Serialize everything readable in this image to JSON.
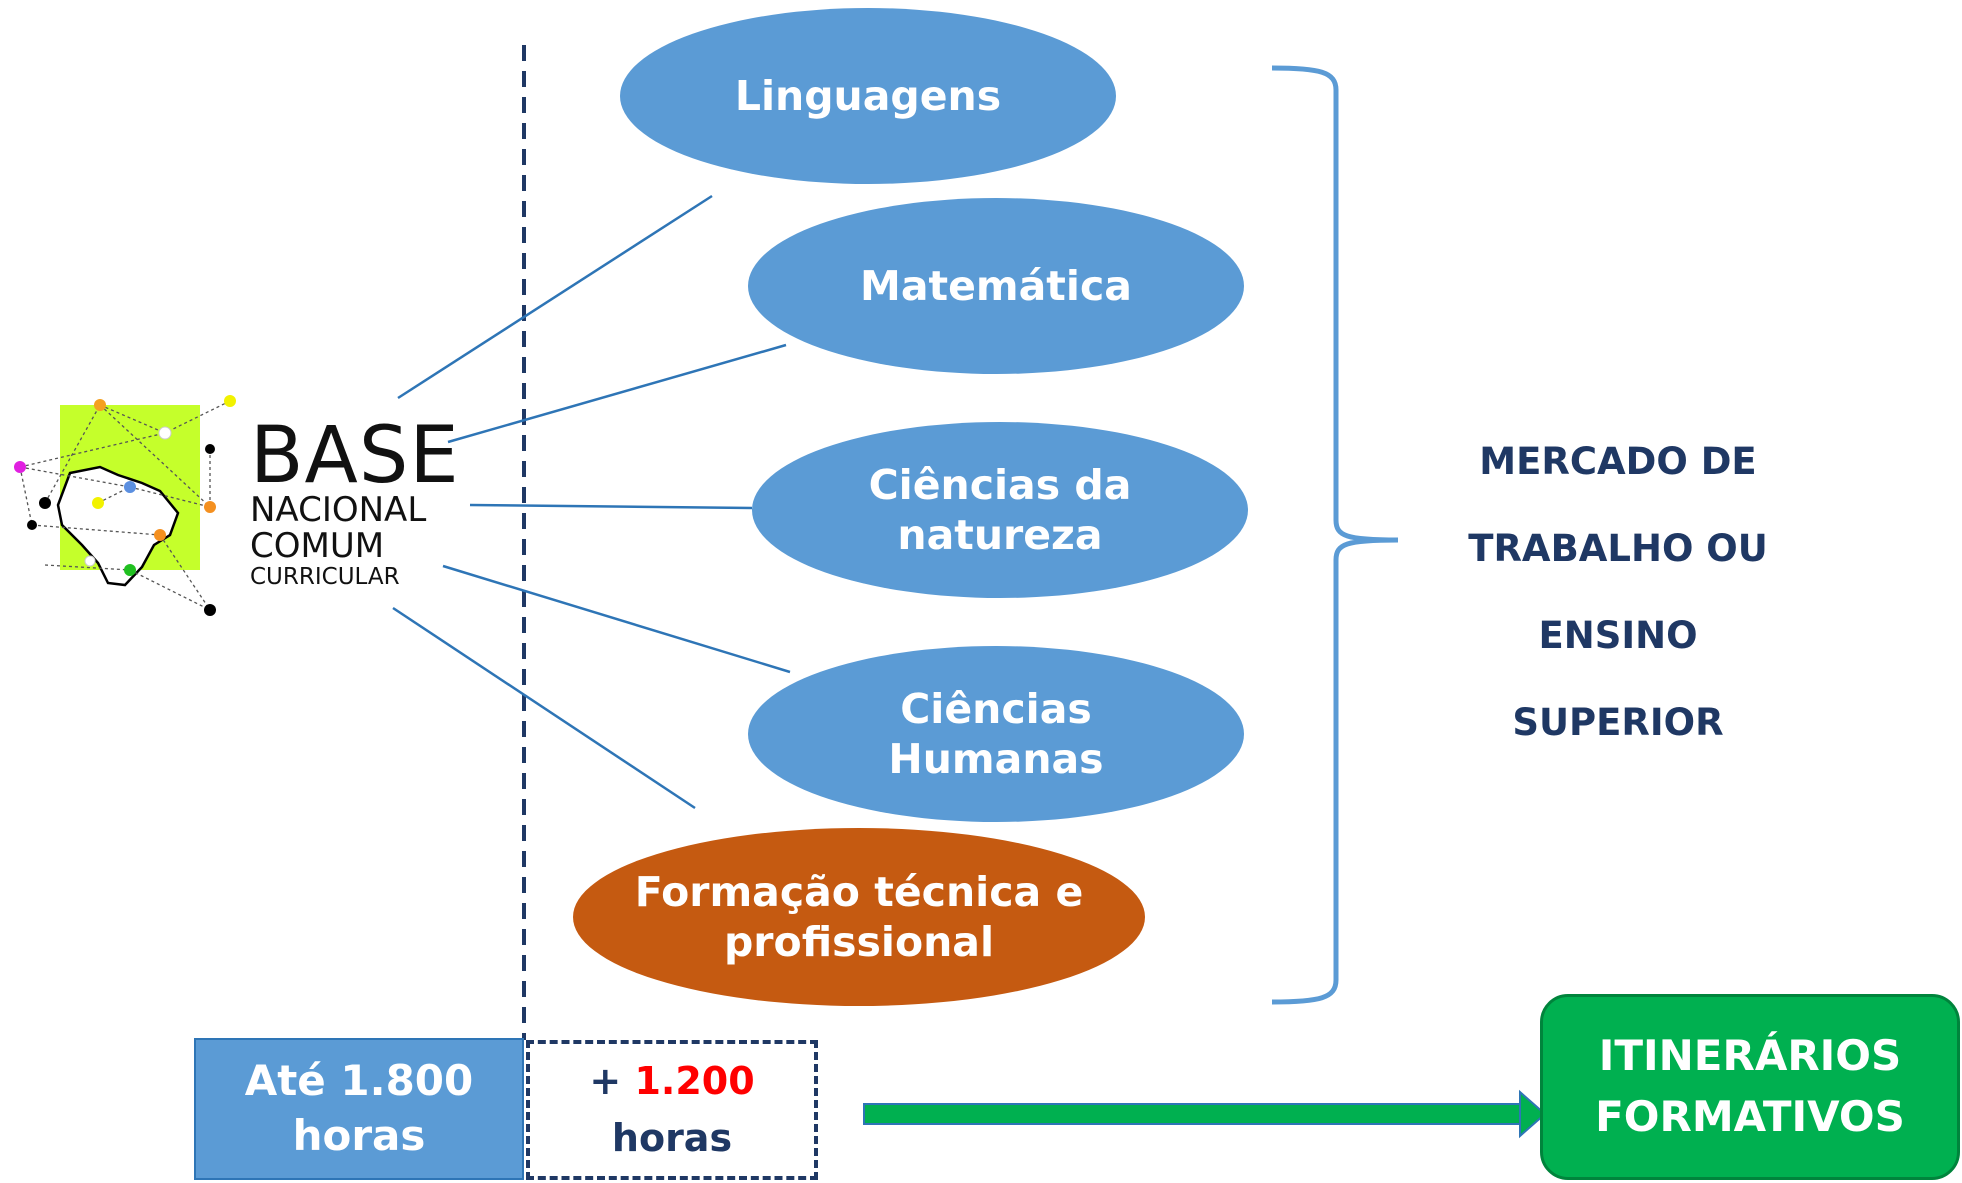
{
  "logo": {
    "line1": "BASE",
    "line2": "NACIONAL",
    "line3": "COMUM",
    "line4": "CURRICULAR"
  },
  "areas": [
    {
      "label": "Linguagens",
      "color": "#5b9bd5"
    },
    {
      "label": "Matemática",
      "color": "#5b9bd5"
    },
    {
      "label": "Ciências da\nnatureza",
      "color": "#5b9bd5"
    },
    {
      "label": "Ciências\nHumanas",
      "color": "#5b9bd5"
    },
    {
      "label": "Formação técnica e\nprofissional",
      "color": "#c55a11"
    }
  ],
  "outcome": {
    "lines": [
      "MERCADO DE",
      "TRABALHO OU",
      "ENSINO",
      "SUPERIOR"
    ]
  },
  "hours": {
    "base_line1": "Até 1.800",
    "base_line2": "horas",
    "plus_prefix": "+ ",
    "plus_value": "1.200",
    "plus_unit": "horas"
  },
  "itinerarios": {
    "line1": "ITINERÁRIOS",
    "line2": "FORMATIVOS"
  },
  "colors": {
    "ellipse_blue": "#5b9bd5",
    "ellipse_orange": "#c55a11",
    "text_navy": "#1f3864",
    "arrow_green": "#00b050",
    "accent_red": "#ff0000"
  }
}
